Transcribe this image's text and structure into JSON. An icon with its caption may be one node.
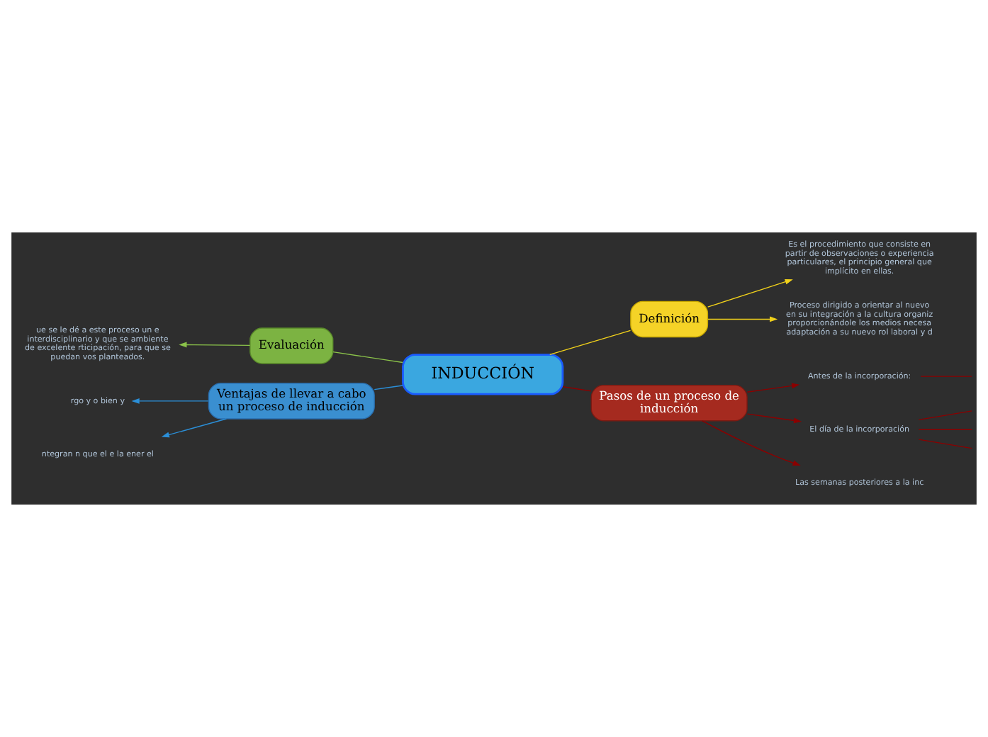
{
  "diagram": {
    "nodes": [
      {
        "text": [
          "INDUCCIÓN"
        ]
      },
      {
        "text": [
          "Definición"
        ]
      },
      {
        "text": [
          "Es el procedimiento que consiste en partir de observaciones o experiencia particulares, el principio general que implícito en ellas."
        ]
      },
      {
        "text": [
          "Proceso dirigido a orientar al nuevo en su integración a la cultura organiz proporcionándole los medios necesa adaptación a su nuevo rol laboral y d"
        ]
      },
      {
        "text": [
          "Evaluación"
        ]
      },
      {
        "text": [
          "ue se le dé a este proceso un e interdisciplinario y que se ambiente de excelente rticipación, para que se puedan vos planteados."
        ]
      },
      {
        "text": [
          "Pasos de un proceso de inducción"
        ]
      },
      {
        "text": [
          "Antes de la incorporación:"
        ]
      },
      {
        "text": [
          "El día de la incorporación"
        ]
      },
      {
        "text": [
          "Las semanas posteriores a la inc"
        ]
      },
      {
        "text": [
          "Ventajas de llevar a cabo un proceso de inducción"
        ]
      },
      {
        "text": [
          "rgo y o bien y"
        ]
      },
      {
        "text": [
          "ntegran n que el e la ener el"
        ]
      }
    ],
    "edges": [
      {
        "from": 0,
        "to": 1,
        "arrow": "none",
        "color": "#f2d21b"
      },
      {
        "from": 1,
        "to": 2,
        "arrow": "to",
        "color": "#f2d21b"
      },
      {
        "from": 1,
        "to": 3,
        "arrow": "to",
        "color": "#f2d21b"
      },
      {
        "from": 0,
        "to": 4,
        "arrow": "none",
        "color": "#8bc34a"
      },
      {
        "from": 4,
        "to": 5,
        "arrow": "to",
        "color": "#8bc34a"
      },
      {
        "from": 0,
        "to": 6,
        "arrow": "none",
        "color": "#8b0000"
      },
      {
        "from": 6,
        "to": 7,
        "arrow": "to",
        "color": "#8b0000"
      },
      {
        "from": 6,
        "to": 8,
        "arrow": "to",
        "color": "#8b0000"
      },
      {
        "from": 6,
        "to": 9,
        "arrow": "to",
        "color": "#8b0000"
      },
      {
        "from": 7,
        "to": null,
        "arrow": "none",
        "color": "#8b0000"
      },
      {
        "from": 8,
        "to": null,
        "arrow": "none",
        "color": "#8b0000"
      },
      {
        "from": 8,
        "to": null,
        "arrow": "none",
        "color": "#8b0000"
      },
      {
        "from": 8,
        "to": null,
        "arrow": "none",
        "color": "#8b0000"
      },
      {
        "from": 0,
        "to": 10,
        "arrow": "none",
        "color": "#2b8fd8"
      },
      {
        "from": 10,
        "to": 11,
        "arrow": "to",
        "color": "#2b8fd8"
      },
      {
        "from": 10,
        "to": 12,
        "arrow": "to",
        "color": "#2b8fd8"
      }
    ]
  }
}
